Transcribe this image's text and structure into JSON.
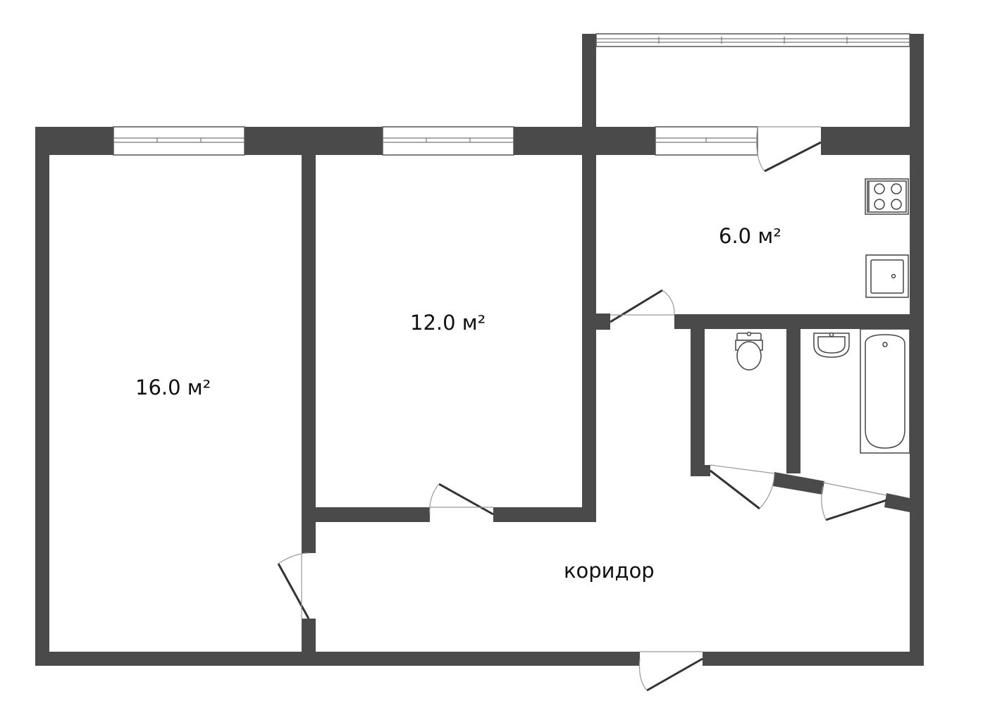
{
  "colors": {
    "wall": "#4a4a4a",
    "background": "#ffffff"
  },
  "rooms": {
    "room_1": {
      "area_label": "16.0 м²"
    },
    "room_2": {
      "area_label": "12.0 м²"
    },
    "kitchen": {
      "area_label": "6.0 м²"
    },
    "corridor": {
      "label": "коридор"
    }
  },
  "fixtures": [
    "stove-icon",
    "kitchen-sink-icon",
    "toilet-icon",
    "washbasin-icon",
    "bathtub-icon"
  ]
}
